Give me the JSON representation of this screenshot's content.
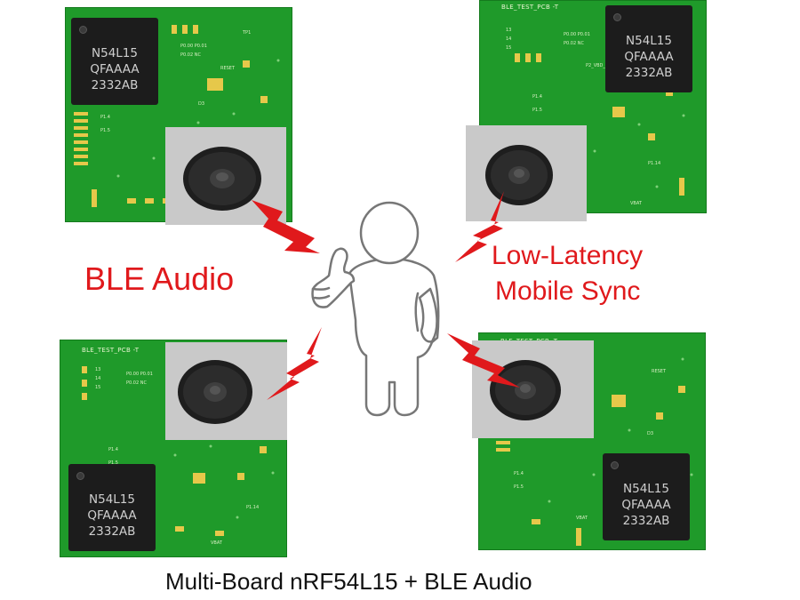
{
  "boards": [
    {
      "id": "top-left",
      "pcb_label": "",
      "chip": {
        "line1": "N54L15",
        "line2": "QFAAAA",
        "line3": "2332AB"
      }
    },
    {
      "id": "top-right",
      "pcb_label": "BLE_TEST_PCB -T",
      "chip": {
        "line1": "N54L15",
        "line2": "QFAAAA",
        "line3": "2332AB"
      }
    },
    {
      "id": "bottom-left",
      "pcb_label": "BLE_TEST_PCB -T",
      "chip": {
        "line1": "N54L15",
        "line2": "QFAAAA",
        "line3": "2332AB"
      }
    },
    {
      "id": "bottom-right",
      "pcb_label": "BLE_TEST_PCB -T",
      "chip": {
        "line1": "N54L15",
        "line2": "QFAAAA",
        "line3": "2332AB"
      }
    }
  ],
  "labels": {
    "left": "BLE Audio",
    "right_line1": "Low-Latency",
    "right_line2": "Mobile Sync"
  },
  "footer": "Multi-Board nRF54L15 + BLE Audio",
  "colors": {
    "pcb_green": "#1f9a2a",
    "accent_red": "#e0191c",
    "chip_black": "#1c1c1c",
    "speaker_bg": "#c9c9c9"
  },
  "icons": [
    "lightning-bolt-icon",
    "speaker-icon",
    "thumbs-up-figure-icon"
  ]
}
